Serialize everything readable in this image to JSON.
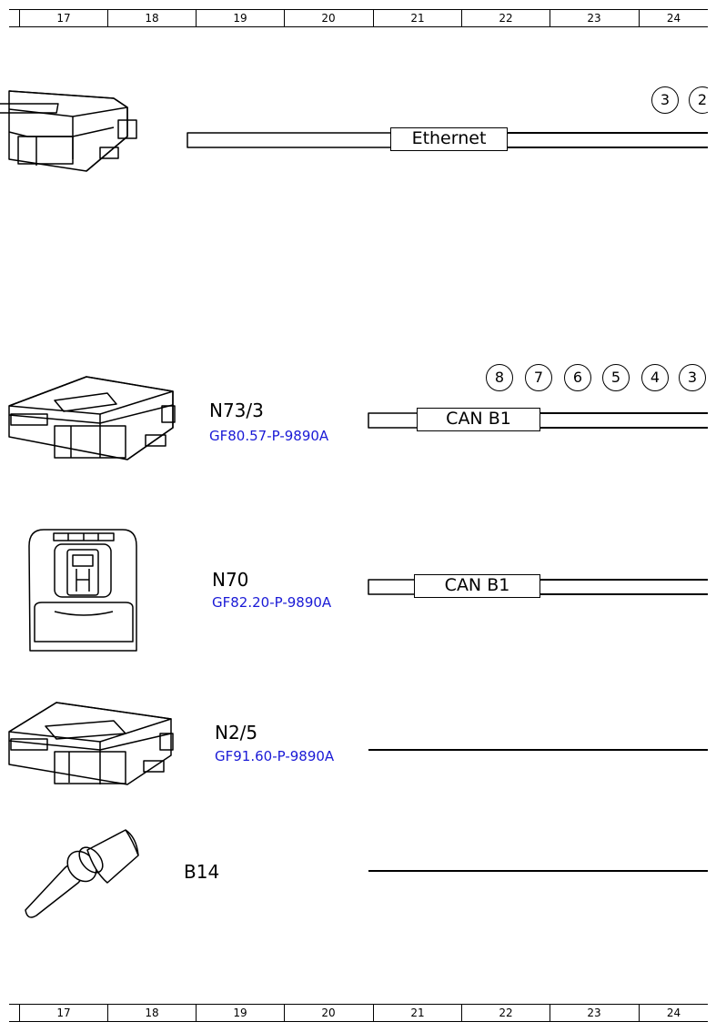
{
  "grid_columns": [
    "17",
    "18",
    "19",
    "20",
    "21",
    "22",
    "23",
    "24"
  ],
  "components": {
    "n73_3": {
      "name": "N73/3",
      "ref": "GF80.57-P-9890A"
    },
    "n70": {
      "name": "N70",
      "ref": "GF82.20-P-9890A"
    },
    "n2_5": {
      "name": "N2/5",
      "ref": "GF91.60-P-9890A"
    },
    "b14": {
      "name": "B14"
    }
  },
  "buses": {
    "ethernet": {
      "label": "Ethernet",
      "pins": [
        "3",
        "2"
      ]
    },
    "can_b1_top": {
      "label": "CAN B1",
      "pins": [
        "8",
        "7",
        "6",
        "5",
        "4",
        "3"
      ]
    },
    "can_b1_n70": {
      "label": "CAN B1"
    }
  },
  "colors": {
    "reference_link": "#1a1ad6",
    "line": "#000000"
  }
}
